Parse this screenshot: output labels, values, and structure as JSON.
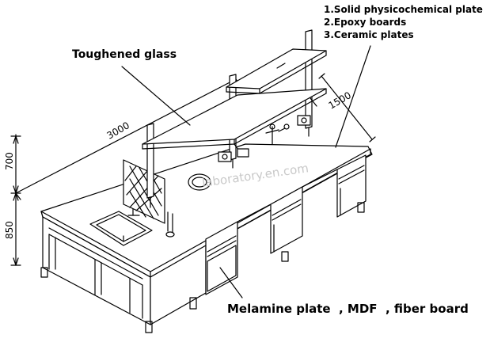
{
  "labels": {
    "toughened_glass": "Toughened glass",
    "worktop_options": [
      "1.Solid physicochemical plate",
      "2.Epoxy boards",
      "3.Ceramic plates"
    ],
    "cabinet_material": "Melamine plate  , MDF  , fiber board"
  },
  "dimensions": {
    "length": "3000",
    "depth": "1500",
    "shelf_height": "700",
    "bench_height": "850"
  },
  "watermark": "laboratory.en.com",
  "colors": {
    "line": "#000000",
    "surface": "#ffffff",
    "watermark": "#c9c9c9"
  }
}
